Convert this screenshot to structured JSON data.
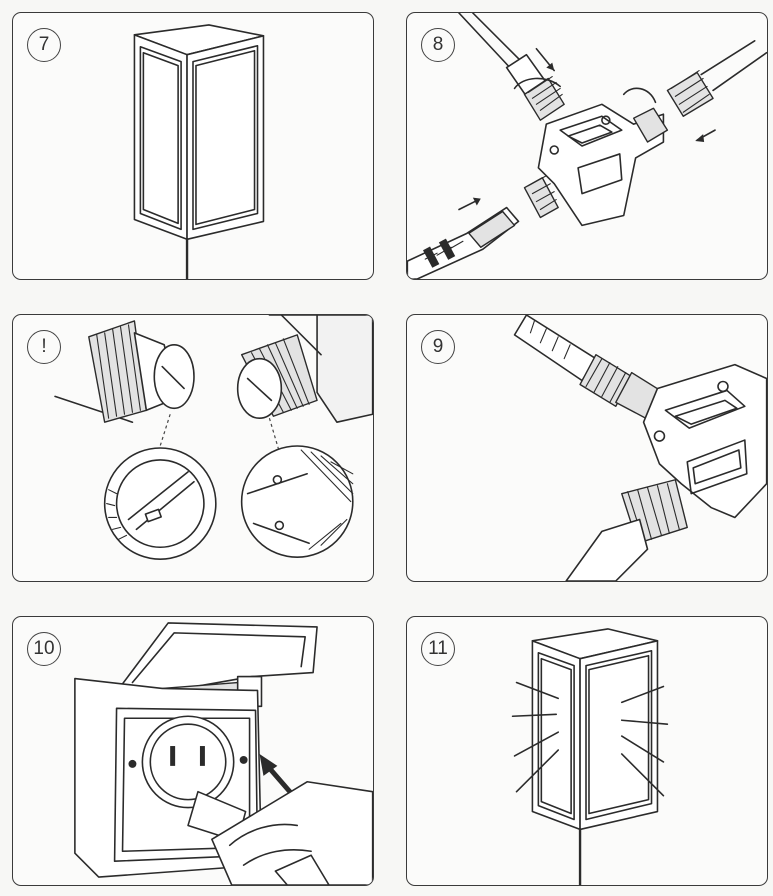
{
  "steps": [
    {
      "label": "7",
      "description": "lantern-connected"
    },
    {
      "label": "8",
      "description": "connect-t-splitter"
    },
    {
      "label": "!",
      "description": "align-connector-keys"
    },
    {
      "label": "9",
      "description": "connectors-tightened"
    },
    {
      "label": "10",
      "description": "plug-into-outdoor-socket"
    },
    {
      "label": "11",
      "description": "lantern-lit"
    }
  ],
  "colors": {
    "line": "#2b2b2b",
    "panel": "#fbfbfa",
    "page": "#f7f7f5"
  }
}
